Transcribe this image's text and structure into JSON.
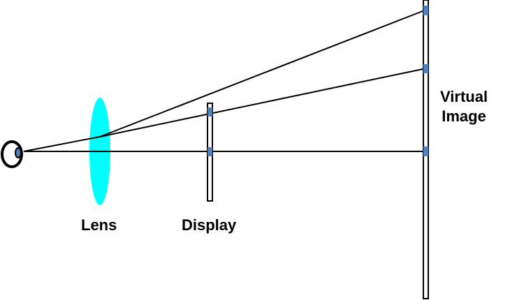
{
  "labels": {
    "lens": "Lens",
    "display": "Display",
    "virtual_image_line1": "Virtual",
    "virtual_image_line2": "Image"
  },
  "colors": {
    "lens": "#00ffff",
    "markers": "#4f81bd",
    "lines": "#000000",
    "background": "#ffffff"
  },
  "icons": {
    "eye": "eye-icon"
  }
}
